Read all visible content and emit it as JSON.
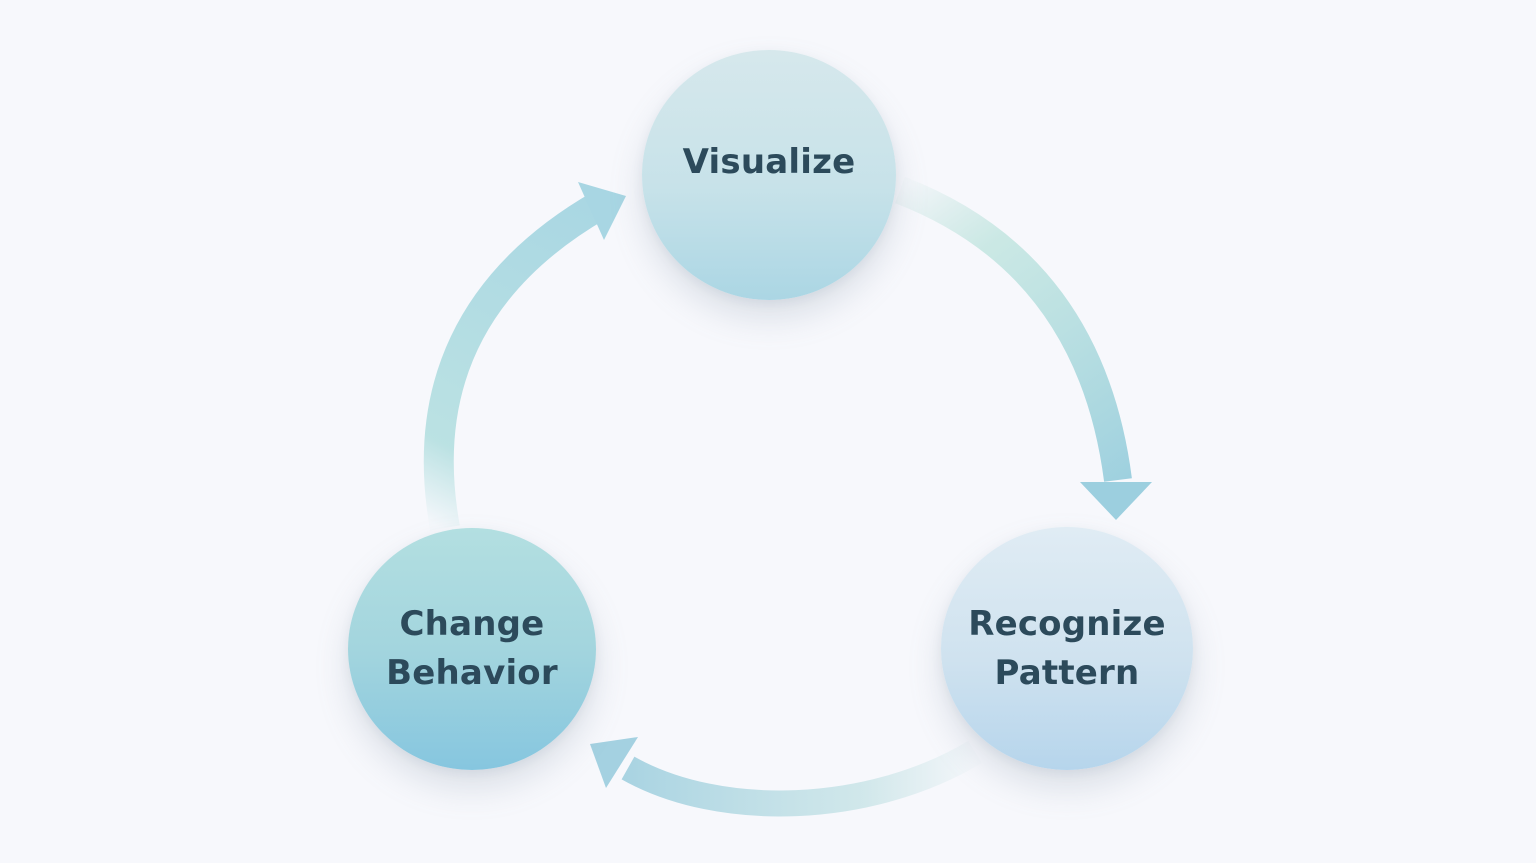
{
  "diagram": {
    "type": "cycle",
    "nodes": [
      {
        "id": "visualize",
        "lines": [
          "Visualize"
        ]
      },
      {
        "id": "recognize-pattern",
        "lines": [
          "Recognize",
          "Pattern"
        ]
      },
      {
        "id": "change-behavior",
        "lines": [
          "Change",
          "Behavior"
        ]
      }
    ],
    "edges": [
      {
        "from": "visualize",
        "to": "recognize-pattern"
      },
      {
        "from": "recognize-pattern",
        "to": "change-behavior"
      },
      {
        "from": "change-behavior",
        "to": "visualize"
      }
    ],
    "colors": {
      "background": "#f7f8fc",
      "text": "#2c4a5b",
      "arrow": "#a9d6e0"
    }
  }
}
